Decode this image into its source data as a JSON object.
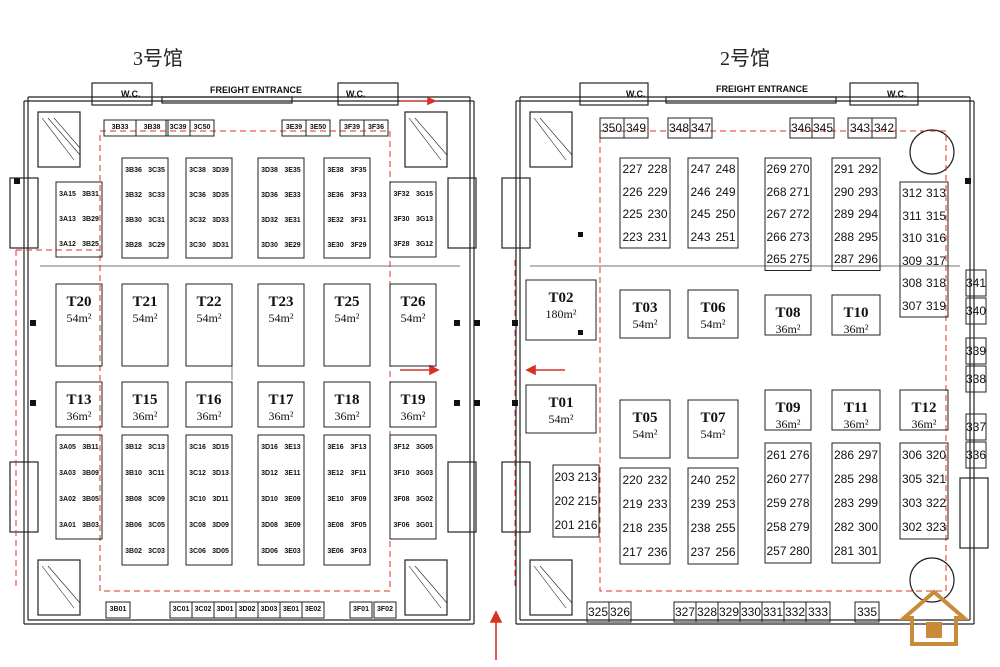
{
  "halls": {
    "hall3": {
      "title": "3号馆"
    },
    "hall2": {
      "title": "2号馆"
    }
  },
  "entrances": {
    "hall3": "FREIGHT ENTRANCE",
    "hall2": "FREIGHT ENTRANCE"
  },
  "wc": {
    "a": "W.C.",
    "b": "W.C.",
    "c": "W.C.",
    "d": "W.C."
  },
  "hall3_top": [
    "3B33",
    "3B38",
    "3C39",
    "3C50",
    "3E39",
    "3E50",
    "3F39",
    "3F36"
  ],
  "hall3_bottom": [
    "3B01",
    "3C01",
    "3C02",
    "3D01",
    "3D02",
    "3D03",
    "3E01",
    "3E02",
    "3F01",
    "3F02"
  ],
  "hall3_upper_cols": [
    [
      "3A15",
      "3B31",
      "3A13",
      "3B29",
      "3A12",
      "3B25"
    ],
    [
      "3B36",
      "3C35",
      "3B32",
      "3C33",
      "3B30",
      "3C31",
      "3B28",
      "3C29"
    ],
    [
      "3C38",
      "3D39",
      "3C36",
      "3D35",
      "3C32",
      "3D33",
      "3C30",
      "3D31"
    ],
    [
      "3D38",
      "3E35",
      "3D36",
      "3E33",
      "3D32",
      "3E31",
      "3D30",
      "3E29"
    ],
    [
      "3E38",
      "3F35",
      "3E36",
      "3F33",
      "3E32",
      "3F31",
      "3E30",
      "3F29"
    ],
    [
      "3F32",
      "3G15",
      "3F30",
      "3G13",
      "3F28",
      "3G12"
    ]
  ],
  "hall3_lower_cols": [
    [
      "3A05",
      "3B11",
      "3A03",
      "3B09",
      "3A02",
      "3B05",
      "3A01",
      "3B03"
    ],
    [
      "3B12",
      "3C13",
      "3B10",
      "3C11",
      "3B08",
      "3C09",
      "3B06",
      "3C05",
      "3B02",
      "3C03"
    ],
    [
      "3C16",
      "3D15",
      "3C12",
      "3D13",
      "3C10",
      "3D11",
      "3C08",
      "3D09",
      "3C06",
      "3D05"
    ],
    [
      "3D16",
      "3E13",
      "3D12",
      "3E11",
      "3D10",
      "3E09",
      "3D08",
      "3E09",
      "3D06",
      "3E03"
    ],
    [
      "3E16",
      "3F13",
      "3E12",
      "3F11",
      "3E10",
      "3F09",
      "3E08",
      "3F05",
      "3E06",
      "3F03"
    ],
    [
      "3F12",
      "3G05",
      "3F10",
      "3G03",
      "3F08",
      "3G02",
      "3F06",
      "3G01"
    ]
  ],
  "hall3_t_upper": [
    [
      "T20",
      "54m²"
    ],
    [
      "T21",
      "54m²"
    ],
    [
      "T22",
      "54m²"
    ],
    [
      "T23",
      "54m²"
    ],
    [
      "T25",
      "54m²"
    ],
    [
      "T26",
      "54m²"
    ]
  ],
  "hall3_t_lower": [
    [
      "T13",
      "36m²"
    ],
    [
      "T15",
      "36m²"
    ],
    [
      "T16",
      "36m²"
    ],
    [
      "T17",
      "36m²"
    ],
    [
      "T18",
      "36m²"
    ],
    [
      "T19",
      "36m²"
    ]
  ],
  "hall2_top": [
    "350",
    "349",
    "348",
    "347",
    "346",
    "345",
    "343",
    "342"
  ],
  "hall2_bottom": [
    "325",
    "326",
    "327",
    "328",
    "329",
    "330",
    "331",
    "332",
    "333",
    "335"
  ],
  "hall2_right": [
    "341",
    "340",
    "339",
    "338",
    "337",
    "336"
  ],
  "hall2_upper_cols": [
    [
      "227",
      "228",
      "226",
      "229",
      "225",
      "230",
      "223",
      "231"
    ],
    [
      "247",
      "248",
      "246",
      "249",
      "245",
      "250",
      "243",
      "251"
    ],
    [
      "269",
      "270",
      "268",
      "271",
      "267",
      "272",
      "266",
      "273",
      "265",
      "275"
    ],
    [
      "291",
      "292",
      "290",
      "293",
      "289",
      "294",
      "288",
      "295",
      "287",
      "296"
    ],
    [
      "312",
      "313",
      "311",
      "315",
      "310",
      "316",
      "309",
      "317",
      "308",
      "318",
      "307",
      "319"
    ]
  ],
  "hall2_lower_cols": [
    [
      "203",
      "213",
      "202",
      "215",
      "201",
      "216"
    ],
    [
      "220",
      "232",
      "219",
      "233",
      "218",
      "235",
      "217",
      "236"
    ],
    [
      "240",
      "252",
      "239",
      "253",
      "238",
      "255",
      "237",
      "256"
    ],
    [
      "261",
      "276",
      "260",
      "277",
      "259",
      "278",
      "258",
      "279",
      "257",
      "280"
    ],
    [
      "286",
      "297",
      "285",
      "298",
      "283",
      "299",
      "282",
      "300",
      "281",
      "301"
    ],
    [
      "306",
      "320",
      "305",
      "321",
      "303",
      "322",
      "302",
      "323"
    ]
  ],
  "hall2_t": [
    [
      "T02",
      "180m²"
    ],
    [
      "T03",
      "54m²"
    ],
    [
      "T06",
      "54m²"
    ],
    [
      "T08",
      "36m²"
    ],
    [
      "T10",
      "36m²"
    ],
    [
      "T01",
      "54m²"
    ],
    [
      "T05",
      "54m²"
    ],
    [
      "T07",
      "54m²"
    ],
    [
      "T09",
      "36m²"
    ],
    [
      "T11",
      "36m²"
    ],
    [
      "T12",
      "36m²"
    ]
  ],
  "colors": {
    "line": "#222222",
    "dash": "#e0302a",
    "arrow": "#d93025",
    "logo": "#c98a3a"
  }
}
